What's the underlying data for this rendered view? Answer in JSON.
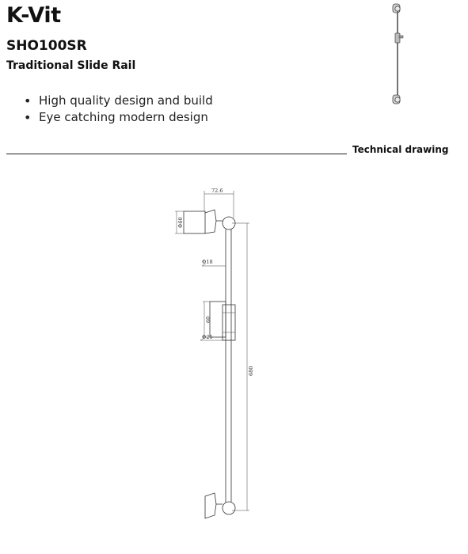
{
  "header": {
    "brand": "K-Vit",
    "model": "SHO100SR",
    "product_name": "Traditional Slide Rail"
  },
  "features": [
    "High quality design and build",
    "Eye catching modern design"
  ],
  "section": {
    "label": "Technical drawing"
  },
  "drawing": {
    "dimensions": {
      "width_total": "72.6",
      "bracket_diameter": "Φ60",
      "rail_diameter": "Φ18",
      "slider_height": "60",
      "slider_diameter": "Φ25",
      "rail_length": "680"
    }
  },
  "colors": {
    "text": "#111111",
    "line": "#333333",
    "background": "#ffffff"
  }
}
